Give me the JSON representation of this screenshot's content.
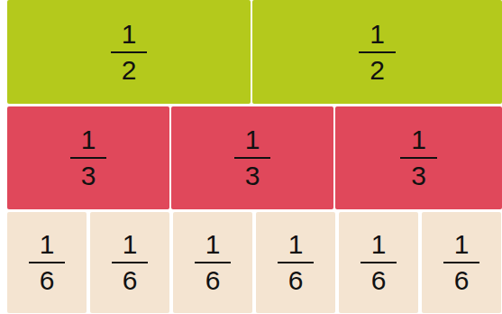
{
  "diagram": {
    "nodes": [
      {
        "text": [
          "1",
          "2"
        ]
      },
      {
        "text": [
          "1",
          "2"
        ]
      },
      {
        "text": [
          "1",
          "3"
        ]
      },
      {
        "text": [
          "1",
          "3"
        ]
      },
      {
        "text": [
          "1",
          "3"
        ]
      },
      {
        "text": [
          "1",
          "6"
        ]
      },
      {
        "text": [
          "1",
          "6"
        ]
      },
      {
        "text": [
          "1",
          "6"
        ]
      },
      {
        "text": [
          "1",
          "6"
        ]
      },
      {
        "text": [
          "1",
          "6"
        ]
      },
      {
        "text": [
          "1",
          "6"
        ]
      }
    ]
  }
}
